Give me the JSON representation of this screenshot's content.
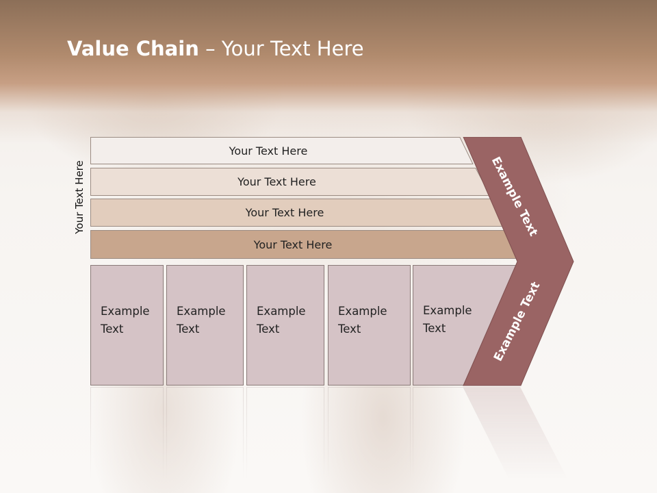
{
  "slide": {
    "title_bold": "Value Chain",
    "title_rest": " – Your Text Here",
    "side_label": "Your Text Here",
    "bands": [
      {
        "label": "Your Text Here",
        "color": "#f3eeeb"
      },
      {
        "label": "Your Text Here",
        "color": "#ecdfd6"
      },
      {
        "label": "Your Text Here",
        "color": "#e2cdbd"
      },
      {
        "label": "Your Text Here",
        "color": "#c8a68d"
      }
    ],
    "boxes": [
      {
        "line1": "Example",
        "line2": "Text"
      },
      {
        "line1": "Example",
        "line2": "Text"
      },
      {
        "line1": "Example",
        "line2": "Text"
      },
      {
        "line1": "Example",
        "line2": "Text"
      },
      {
        "line1": "Example",
        "line2": "Text"
      }
    ],
    "chevron": {
      "upper_label": "Example Text",
      "lower_label": "Example Text",
      "color": "#9a6464"
    }
  }
}
